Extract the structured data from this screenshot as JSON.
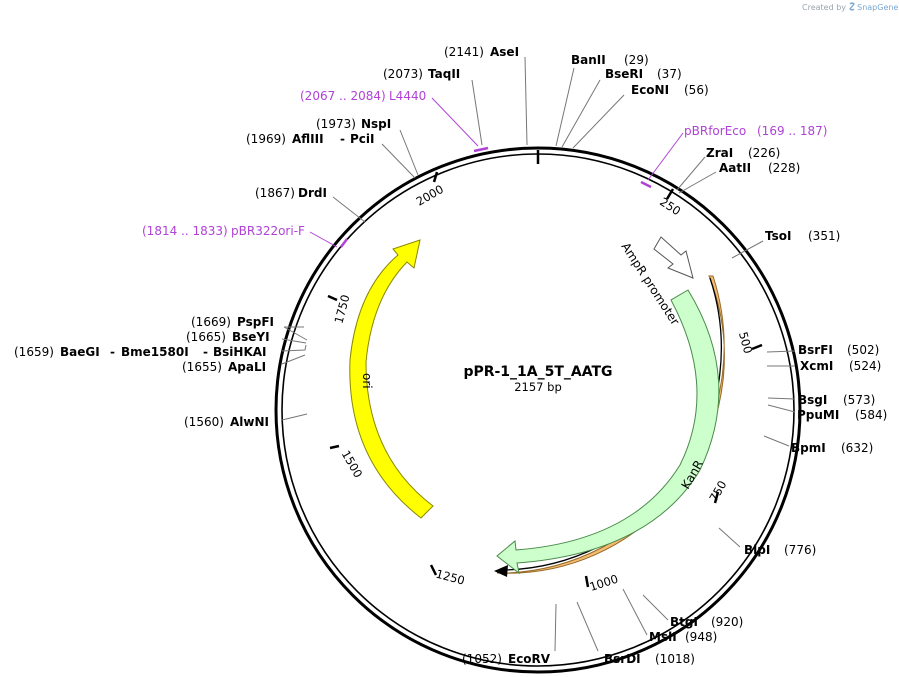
{
  "credit": {
    "prefix": "Created by",
    "brand": "SnapGene"
  },
  "plasmid": {
    "name": "pPR-1_1A_5T_AATG",
    "size_label": "2157 bp"
  },
  "ticks": [
    "250",
    "500",
    "750",
    "1000",
    "1250",
    "1500",
    "1750",
    "2000"
  ],
  "features": {
    "ampr_promoter": "AmpR promoter",
    "kanr": "KanR",
    "ori": "ori"
  },
  "enzymes": {
    "asei": {
      "name": "AseI",
      "pos": "(2141)"
    },
    "taqii": {
      "name": "TaqII",
      "pos": "(2073)"
    },
    "nspi": {
      "name": "NspI",
      "pos": "(1973)"
    },
    "afliii": {
      "name": "AflIII",
      "sep": "-",
      "name2": "PciI",
      "pos": "(1969)"
    },
    "drdi": {
      "name": "DrdI",
      "pos": "(1867)"
    },
    "pspfi": {
      "name": "PspFI",
      "pos": "(1669)"
    },
    "bseyi": {
      "name": "BseYI",
      "pos": "(1665)"
    },
    "baegi": {
      "pos": "(1659)",
      "name": "BaeGI",
      "sep1": "-",
      "name2": "Bme1580I",
      "sep2": "-",
      "name3": "BsiHKAI"
    },
    "apali": {
      "name": "ApaLI",
      "pos": "(1655)"
    },
    "alwni": {
      "name": "AlwNI",
      "pos": "(1560)"
    },
    "banii": {
      "name": "BanII",
      "pos": "(29)"
    },
    "beseri": {
      "name": "BseRI",
      "pos": "(37)"
    },
    "econi": {
      "name": "EcoNI",
      "pos": "(56)"
    },
    "zrai": {
      "name": "ZraI",
      "pos": "(226)"
    },
    "aatii": {
      "name": "AatII",
      "pos": "(228)"
    },
    "tsoi": {
      "name": "TsoI",
      "pos": "(351)"
    },
    "bsrfi": {
      "name": "BsrFI",
      "pos": "(502)"
    },
    "xcmi": {
      "name": "XcmI",
      "pos": "(524)"
    },
    "bsgi": {
      "name": "BsgI",
      "pos": "(573)"
    },
    "ppumi": {
      "name": "PpuMI",
      "pos": "(584)"
    },
    "bpmi": {
      "name": "BpmI",
      "pos": "(632)"
    },
    "blpi": {
      "name": "BlpI",
      "pos": "(776)"
    },
    "btgi": {
      "name": "BtgI",
      "pos": "(920)"
    },
    "msli": {
      "name": "MslI",
      "pos": "(948)"
    },
    "bsrdi": {
      "name": "BsrDI",
      "pos": "(1018)"
    },
    "ecorv": {
      "name": "EcoRV",
      "pos": "(1052)"
    }
  },
  "primers": {
    "l4440": {
      "name": "L4440",
      "range": "(2067 .. 2084)"
    },
    "pbrforeco": {
      "name": "pBRforEco",
      "range": "(169 .. 187)"
    },
    "pbr322ori": {
      "name": "pBR322ori-F",
      "range": "(1814 .. 1833)"
    }
  },
  "colors": {
    "primer": "#b042d6",
    "ori_fill": "#ffff00",
    "kanr_fill": "#ccffcc",
    "orf_highlight": "#f5b562",
    "promoter_fill": "#ffffff",
    "backbone": "#000000"
  }
}
